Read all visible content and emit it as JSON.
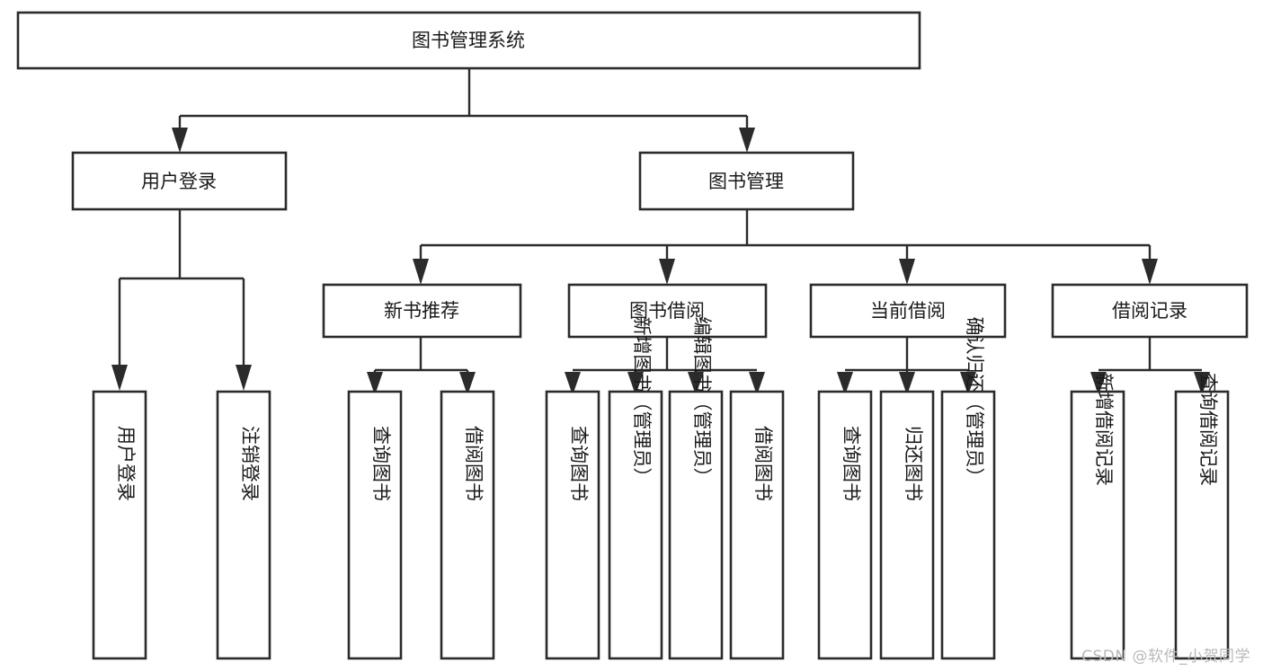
{
  "diagram": {
    "type": "tree-diagram",
    "title": "图书管理系统",
    "orientation": "top-down",
    "colors": {
      "box_stroke": "#2b2b2b",
      "box_fill": "#ffffff",
      "text": "#1a1a1a",
      "background": "#ffffff",
      "watermark": "#b9b9b9"
    },
    "levels": [
      {
        "level": 1,
        "text_orientation": "horizontal",
        "nodes": [
          {
            "id": "root",
            "label": "图书管理系统"
          }
        ]
      },
      {
        "level": 2,
        "text_orientation": "horizontal",
        "nodes": [
          {
            "id": "user-login",
            "label": "用户登录",
            "parent": "root"
          },
          {
            "id": "book-manage",
            "label": "图书管理",
            "parent": "root"
          }
        ]
      },
      {
        "level": 3,
        "text_orientation": "horizontal",
        "nodes": [
          {
            "id": "new-book-rec",
            "label": "新书推荐",
            "parent": "book-manage"
          },
          {
            "id": "book-borrow",
            "label": "图书借阅",
            "parent": "book-manage"
          },
          {
            "id": "current-borrow",
            "label": "当前借阅",
            "parent": "book-manage"
          },
          {
            "id": "borrow-record",
            "label": "借阅记录",
            "parent": "book-manage"
          }
        ]
      },
      {
        "level": 4,
        "text_orientation": "vertical",
        "nodes": [
          {
            "id": "leaf-user-login",
            "label": "用户登录",
            "parent": "user-login"
          },
          {
            "id": "leaf-logout",
            "label": "注销登录",
            "parent": "user-login"
          },
          {
            "id": "leaf-query-book-1",
            "label": "查询图书",
            "parent": "new-book-rec"
          },
          {
            "id": "leaf-borrow-book-1",
            "label": "借阅图书",
            "parent": "new-book-rec"
          },
          {
            "id": "leaf-query-book-2",
            "label": "查询图书",
            "parent": "book-borrow"
          },
          {
            "id": "leaf-add-book",
            "label": "新增图书（管理员）",
            "parent": "book-borrow"
          },
          {
            "id": "leaf-edit-book",
            "label": "编辑图书（管理员）",
            "parent": "book-borrow"
          },
          {
            "id": "leaf-borrow-book-2",
            "label": "借阅图书",
            "parent": "book-borrow"
          },
          {
            "id": "leaf-query-book-3",
            "label": "查询图书",
            "parent": "current-borrow"
          },
          {
            "id": "leaf-return-book",
            "label": "归还图书",
            "parent": "current-borrow"
          },
          {
            "id": "leaf-confirm-return",
            "label": "确认归还（管理员）",
            "parent": "current-borrow"
          },
          {
            "id": "leaf-add-record",
            "label": "新增借阅记录",
            "parent": "borrow-record"
          },
          {
            "id": "leaf-query-record",
            "label": "查询借阅记录",
            "parent": "borrow-record"
          }
        ]
      }
    ]
  },
  "watermark": {
    "text": "CSDN @软件_小贺同学"
  }
}
